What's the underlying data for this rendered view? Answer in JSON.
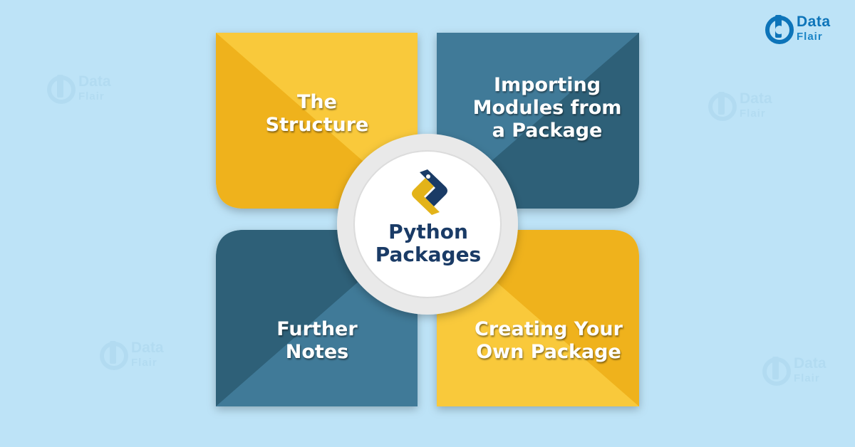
{
  "brand": {
    "line1": "Data",
    "line2": "Flair",
    "logo_icon": "dataflair-logo-icon",
    "color": "#0d74b9"
  },
  "watermark": {
    "line1": "Data",
    "line2": "Flair"
  },
  "center": {
    "title": "Python\nPackages",
    "icon": "python-logo-icon"
  },
  "quadrants": [
    {
      "id": "top-left",
      "label": "The\nStructure",
      "color": "#f6bf26"
    },
    {
      "id": "top-right",
      "label": "Importing\nModules from\na Package",
      "color": "#3b6f8c"
    },
    {
      "id": "bottom-left",
      "label": "Further\nNotes",
      "color": "#3b6f8c"
    },
    {
      "id": "bottom-right",
      "label": "Creating Your\nOwn Package",
      "color": "#f6bf26"
    }
  ],
  "colors": {
    "background": "#bde3f7",
    "yellow": "#f6bf26",
    "teal": "#3b6f8c",
    "circle": "#e8e8e8",
    "title": "#1a3b66"
  }
}
